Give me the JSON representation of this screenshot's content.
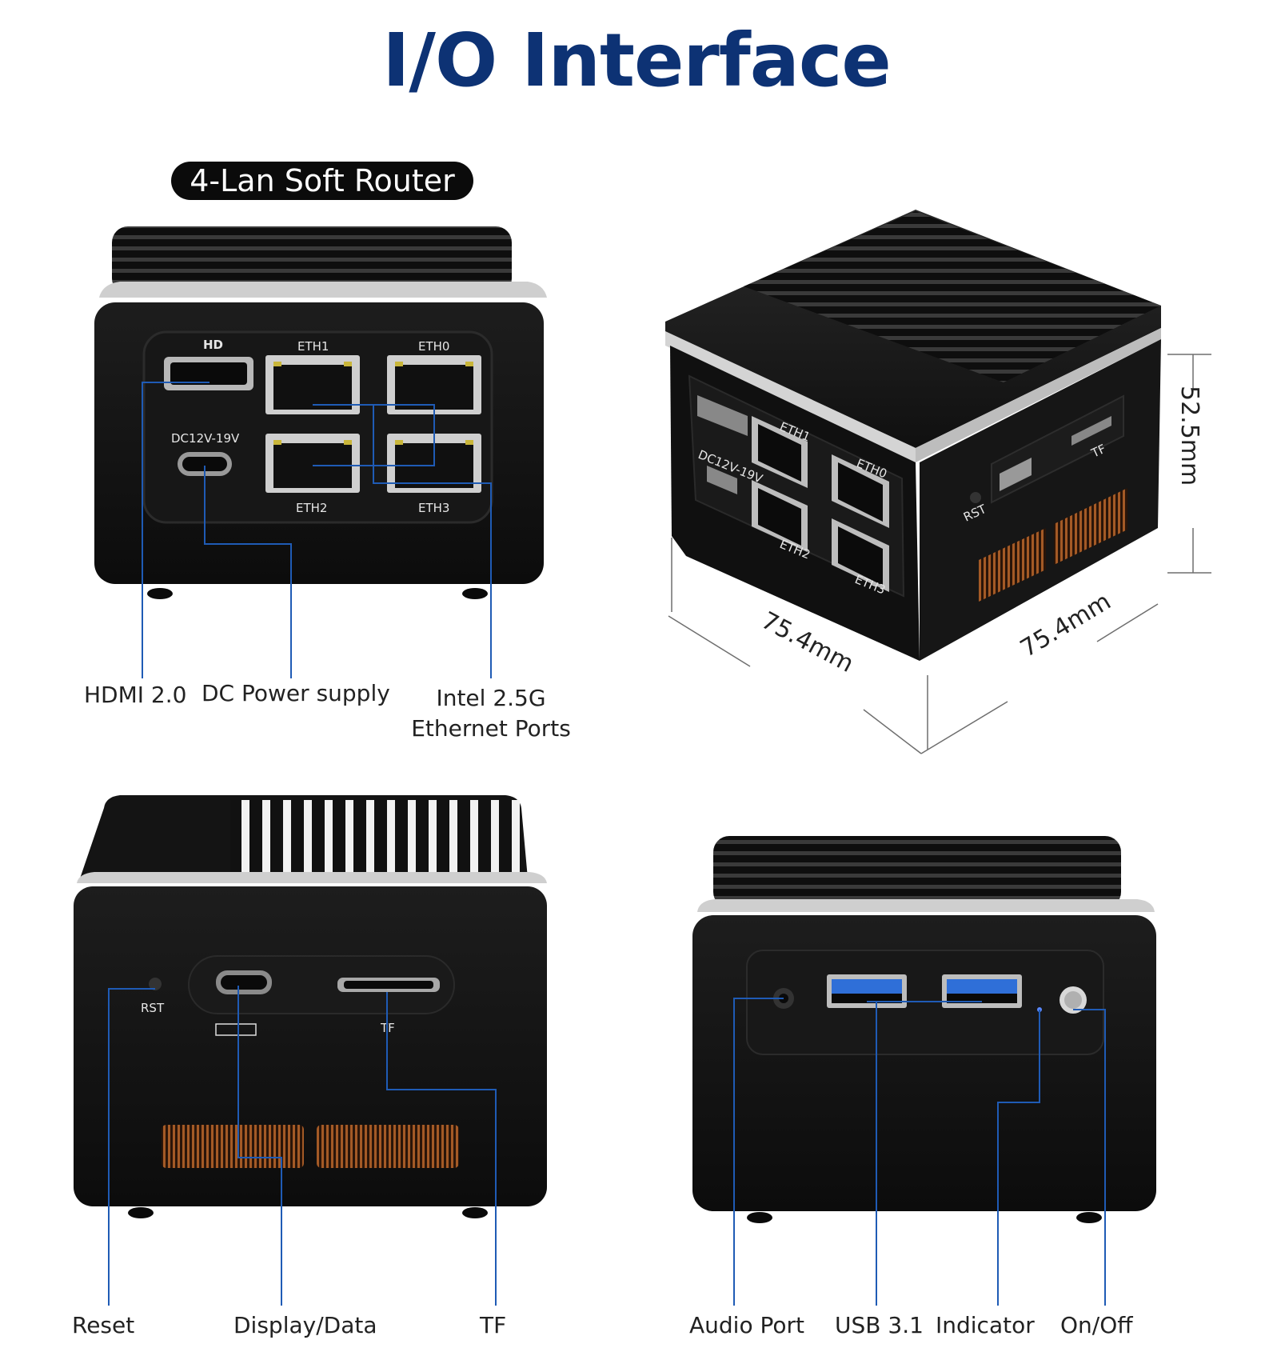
{
  "title": "I/O Interface",
  "badge": "4-Lan Soft Router",
  "front_panel": {
    "port_labels": [
      "ETH1",
      "ETH0",
      "ETH2",
      "ETH3"
    ],
    "power_label": "DC12V-19V",
    "callouts": {
      "hdmi": "HDMI 2.0",
      "dc": "DC Power supply",
      "ethernet_line1": "Intel 2.5G",
      "ethernet_line2": "Ethernet Ports"
    }
  },
  "iso_view": {
    "port_labels": [
      "ETH1",
      "ETH0",
      "ETH2",
      "ETH3"
    ],
    "power_label": "DC12V-19V",
    "rst_label": "RST",
    "tf_label": "TF",
    "dimensions": {
      "height": "52.5mm",
      "depth": "75.4mm",
      "width": "75.4mm"
    }
  },
  "side_panel": {
    "rst_label": "RST",
    "tf_label": "TF",
    "callouts": {
      "reset": "Reset",
      "display": "Display/Data",
      "tf": "TF"
    }
  },
  "rear_panel": {
    "callouts": {
      "audio": "Audio Port",
      "usb": "USB 3.1",
      "indicator": "Indicator",
      "power": "On/Off"
    }
  },
  "colors": {
    "title": "#0d3274",
    "callout_line": "#1f5bb5",
    "device": "#121212",
    "vent": "#8a4a1e"
  }
}
